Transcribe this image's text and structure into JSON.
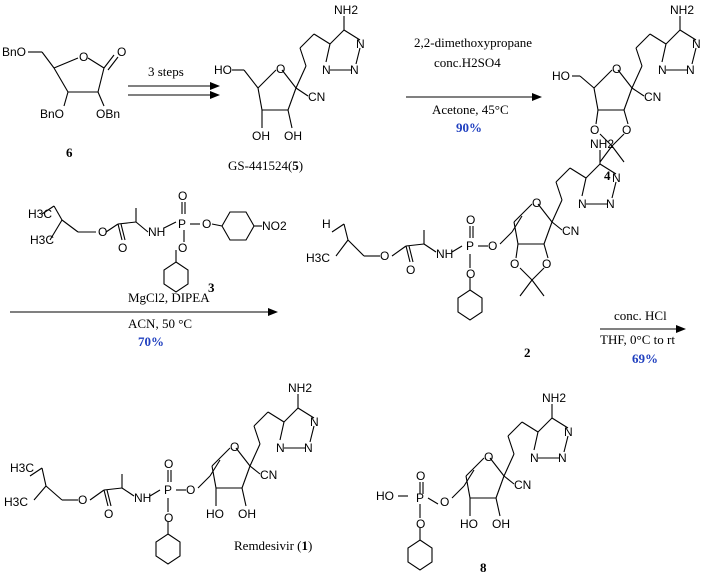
{
  "atoms": {
    "nh2": "NH2",
    "n": "N",
    "o": "O",
    "ho": "HO",
    "oh": "OH",
    "cn": "CN",
    "bno": "BnO",
    "obn": "OBn",
    "p": "P",
    "nh": "NH",
    "h": "H",
    "no2": "NO2",
    "ch3": "H3C",
    "hop": "HO"
  },
  "compounds": {
    "c6": "6",
    "c5_prefix": "GS-441524(",
    "c5_num": "5",
    "c5_suffix": ")",
    "c4": "4",
    "c3": "3",
    "c2": "2",
    "c1_prefix": "Remdesivir (",
    "c1_num": "1",
    "c1_suffix": ")",
    "c8": "8"
  },
  "steps": {
    "s1_label": "3 steps",
    "s2_line1": "2,2-dimethoxypropane",
    "s2_line2": "conc.H2SO4",
    "s2_line3": "Acetone, 45°C",
    "s2_yield": "90%",
    "s3_line1": "MgCl2, DIPEA",
    "s3_line2": "ACN, 50 °C",
    "s3_yield": "70%",
    "s4_line1": "conc. HCl",
    "s4_line2": "THF, 0°C to rt",
    "s4_yield": "69%"
  }
}
